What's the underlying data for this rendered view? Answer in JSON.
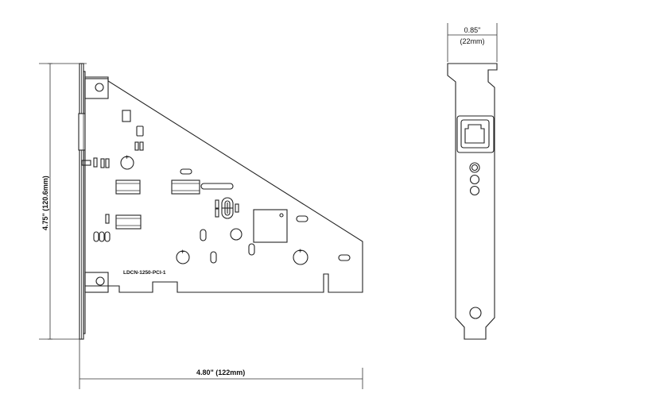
{
  "dimensions": {
    "height": "4.75\"  (120.6mm)",
    "width": "4.80\"    (122mm)",
    "bracket_width_in": "0.85\"",
    "bracket_width_mm": "(22mm)"
  },
  "board": {
    "model_label": "LDCN-1250-PCI-1"
  }
}
